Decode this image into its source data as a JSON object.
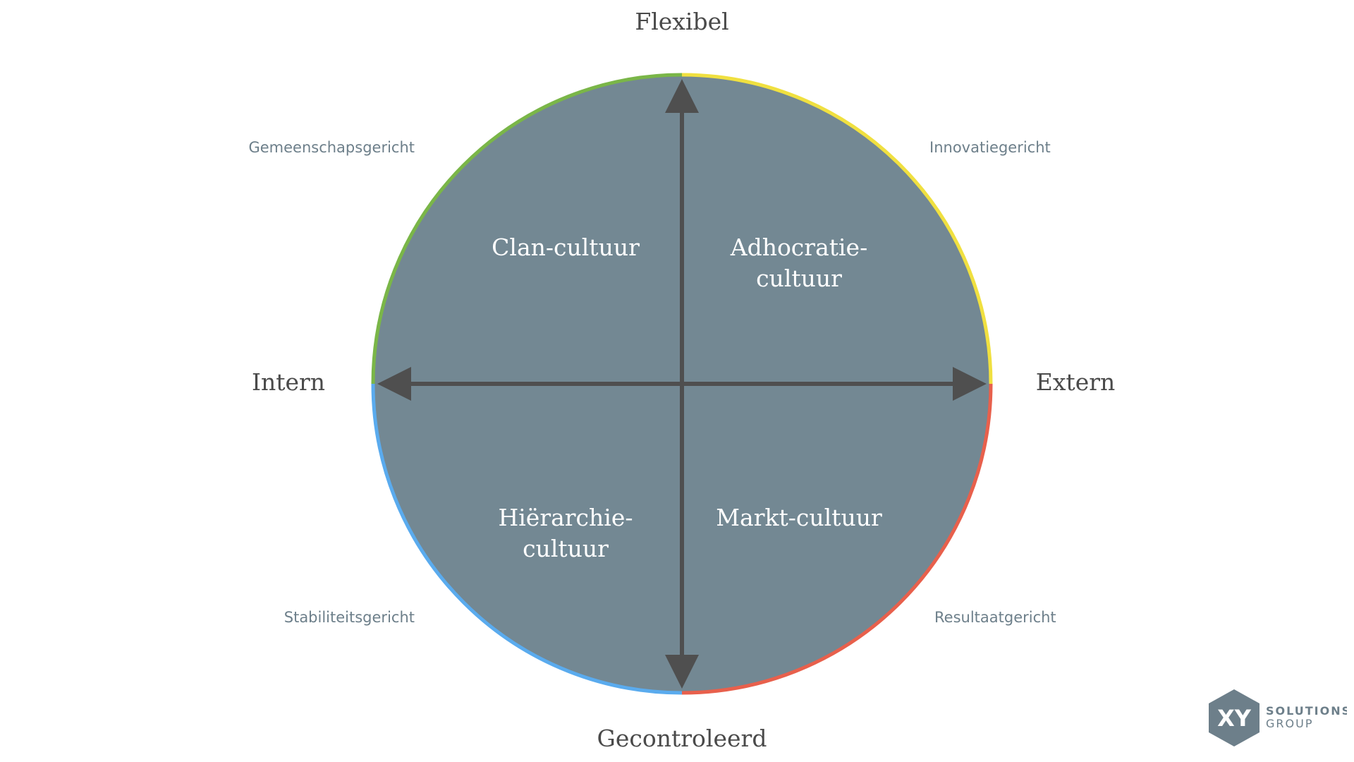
{
  "axes": {
    "top": "Flexibel",
    "bottom": "Gecontroleerd",
    "left": "Intern",
    "right": "Extern"
  },
  "quadrants": {
    "top_left": [
      "Clan-cultuur"
    ],
    "top_right": [
      "Adhocratie-",
      "cultuur"
    ],
    "bottom_left": [
      "Hiërarchie-",
      "cultuur"
    ],
    "bottom_right": [
      "Markt-cultuur"
    ]
  },
  "orientations": {
    "top_left": "Gemeenschapsgericht",
    "top_right": "Innovatiegericht",
    "bottom_left": "Stabiliteitsgericht",
    "bottom_right": "Resultaatgericht"
  },
  "colors": {
    "circle_fill": "#738893",
    "arrow": "#4f4f4f",
    "arc_top_left": "#7ab648",
    "arc_top_right": "#f0e040",
    "arc_bottom_left": "#5aabee",
    "arc_bottom_right": "#e8604c"
  },
  "logo": {
    "mark": "XY",
    "line1": "SOLUTIONS",
    "line2": "GROUP"
  }
}
